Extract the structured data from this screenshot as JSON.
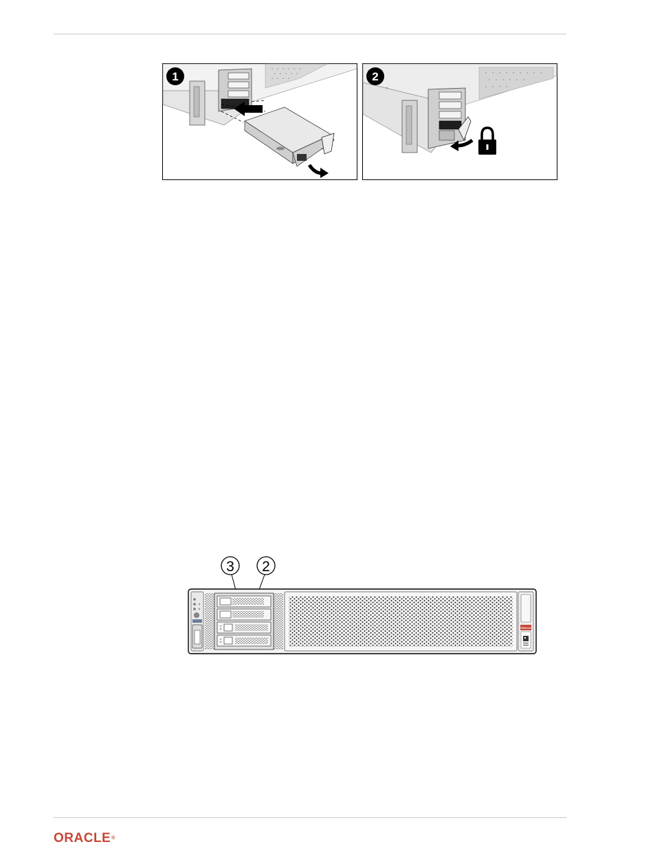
{
  "figure_top": {
    "panel_1": {
      "step_number": "1",
      "icons": [
        "server-chassis-icon",
        "drive-tray-icon",
        "insert-arrow-icon",
        "lever-arrow-icon"
      ]
    },
    "panel_2": {
      "step_number": "2",
      "icons": [
        "server-chassis-icon",
        "close-lever-arrow-icon",
        "lock-icon"
      ]
    }
  },
  "figure_bottom": {
    "callouts": [
      {
        "label": "3"
      },
      {
        "label": "2"
      }
    ],
    "badge_text": "ORACLE",
    "icons": [
      "server-front-panel-icon",
      "drive-bay-icon",
      "vent-grille-icon",
      "status-led-icon",
      "qr-label-icon"
    ]
  },
  "footer": {
    "logo_text": "ORACLE",
    "logo_mark": "®",
    "brand_color": "#c74634"
  }
}
